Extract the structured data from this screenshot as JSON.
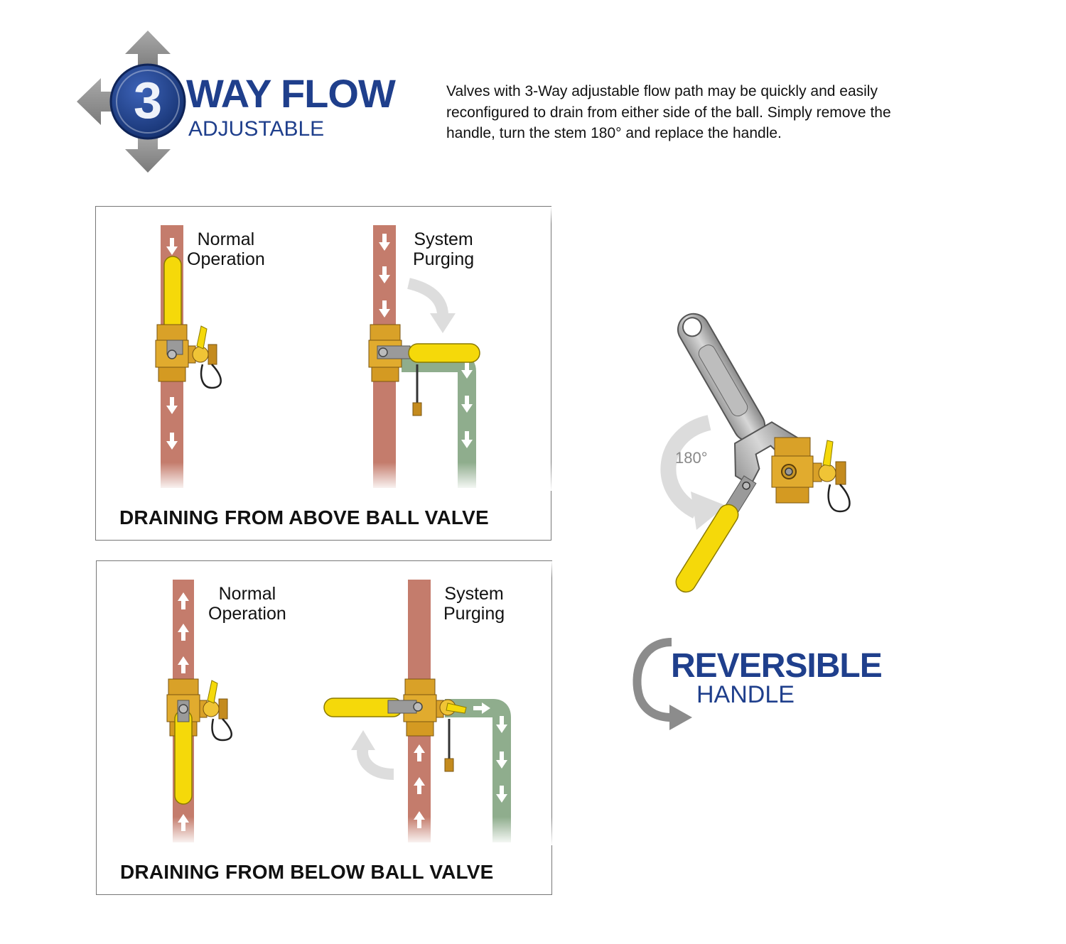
{
  "header": {
    "badge_number": "3",
    "title": "WAY FLOW",
    "subtitle": "ADJUSTABLE",
    "description_lines": [
      "Valves with 3-Way adjustable flow path may be quickly and easily",
      "reconfigured to drain from either side of the ball. Simply remove the",
      "handle, turn the stem 180° and replace the handle."
    ]
  },
  "panels": [
    {
      "caption": "DRAINING FROM ABOVE BALL VALVE",
      "left_label": [
        "Normal",
        "Operation"
      ],
      "right_label": [
        "System",
        "Purging"
      ]
    },
    {
      "caption": "DRAINING FROM BELOW BALL VALVE",
      "left_label": [
        "Normal",
        "Operation"
      ],
      "right_label": [
        "System",
        "Purging"
      ]
    }
  ],
  "reversible": {
    "rotation_label": "180°",
    "title": "REVERSIBLE",
    "subtitle": "HANDLE"
  },
  "colors": {
    "brand_blue": "#1f3f8c",
    "pipe_copper": "#c47c6c",
    "drain_green": "#8fad8d",
    "handle_yellow": "#f5d90a",
    "brass": "#d9a128",
    "arrow_gray": "#8c8c8c"
  }
}
